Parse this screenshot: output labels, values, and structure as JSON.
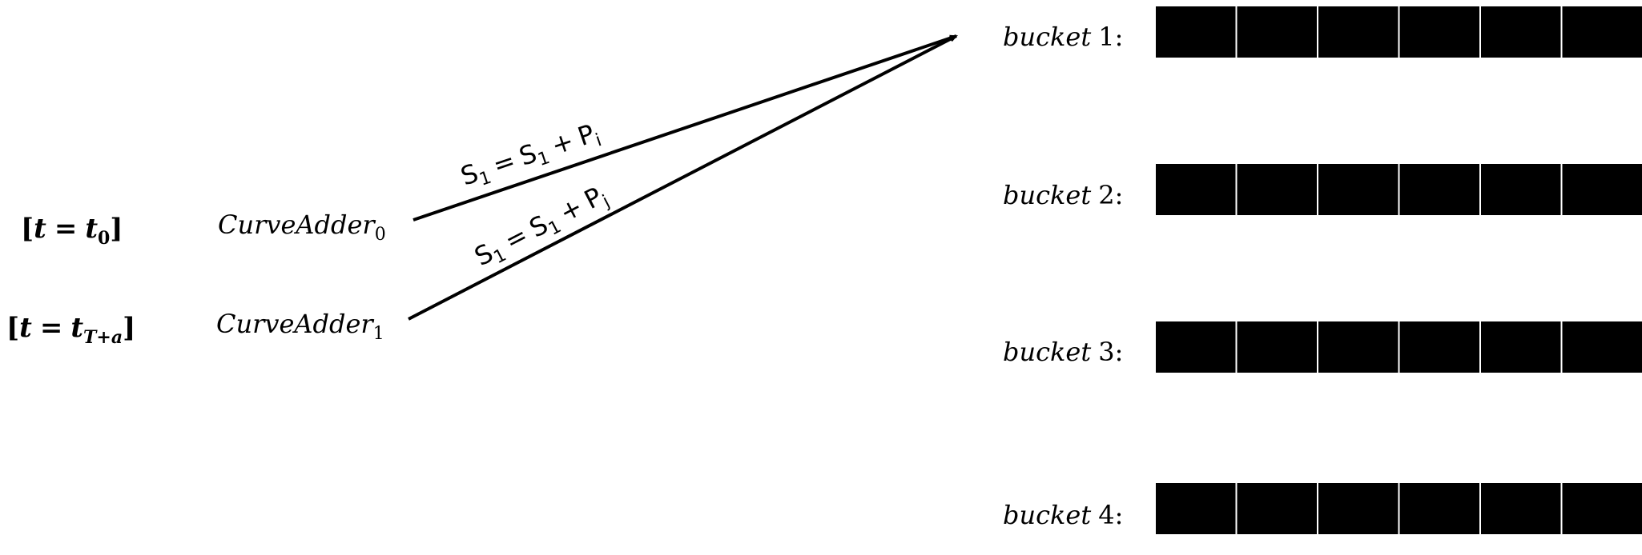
{
  "rows": [
    {
      "time": {
        "open": "[",
        "var": "t",
        "eq": "=",
        "sym": "t",
        "sub": "0",
        "close": "]"
      },
      "adder": {
        "name": "CurveAdder",
        "sub": "0"
      },
      "edge": {
        "lhs": "S",
        "lhs_sub": "1",
        "eq": "=",
        "rhs": "S",
        "rhs_sub": "1",
        "plus": "+",
        "point": "P",
        "point_sub": "i"
      }
    },
    {
      "time": {
        "open": "[",
        "var": "t",
        "eq": "=",
        "sym": "t",
        "sub": "T+a",
        "close": "]"
      },
      "adder": {
        "name": "CurveAdder",
        "sub": "1"
      },
      "edge": {
        "lhs": "S",
        "lhs_sub": "1",
        "eq": "=",
        "rhs": "S",
        "rhs_sub": "1",
        "plus": "+",
        "point": "P",
        "point_sub": "j"
      }
    }
  ],
  "buckets": [
    {
      "word": "bucket",
      "num": "1",
      "colon": ":",
      "slots": 6
    },
    {
      "word": "bucket",
      "num": "2",
      "colon": ":",
      "slots": 6
    },
    {
      "word": "bucket",
      "num": "3",
      "colon": ":",
      "slots": 6
    },
    {
      "word": "bucket",
      "num": "4",
      "colon": ":",
      "slots": 6
    }
  ],
  "colors": {
    "ink": "#000000",
    "slot_fill": "#000000",
    "slot_gap": "#ffffff",
    "background": "#ffffff"
  }
}
